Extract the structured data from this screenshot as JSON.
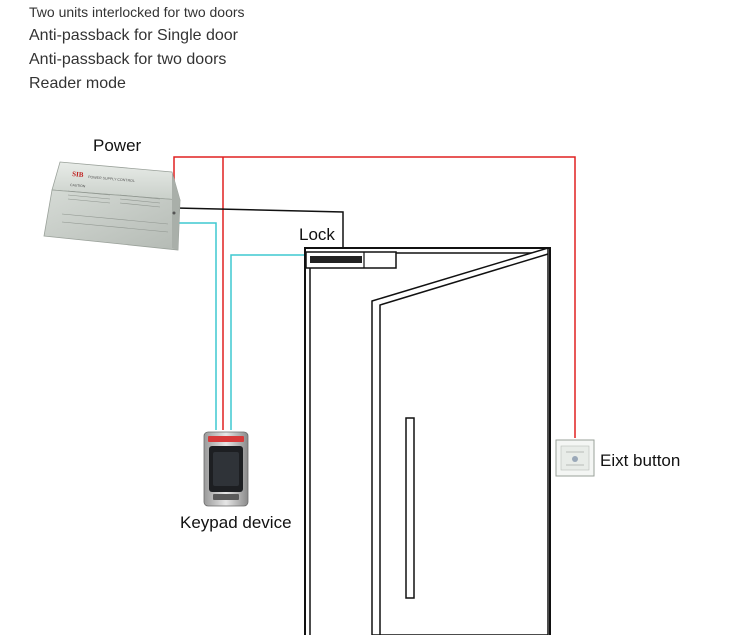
{
  "modes": [
    "Two units interlocked for two doors",
    "Anti-passback for Single door",
    "Anti-passback for two doors",
    "Reader mode"
  ],
  "diagram": {
    "power_label": "Power",
    "lock_label": "Lock",
    "keypad_label": "Keypad device",
    "exit_label": "Eixt button",
    "psu_brand": "SIB",
    "psu_subtitle": "POWER SUPPLY CONTROL",
    "psu_caution": "CAUTION",
    "colors": {
      "red_wire": "#e02020",
      "black_wire": "#111111",
      "cyan_wire": "#3fc8d0"
    }
  }
}
